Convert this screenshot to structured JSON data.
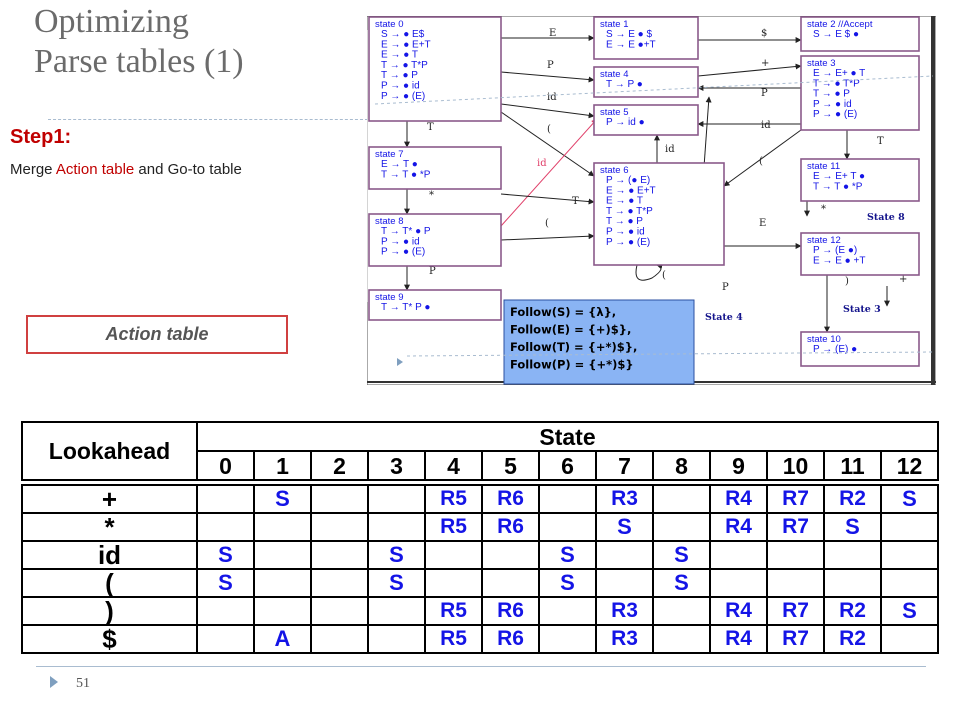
{
  "slide": {
    "title_line1": "Optimizing",
    "title_line2": "Parse tables (1)",
    "step_heading": "Step1:",
    "step_text_1": "Merge ",
    "step_text_2": "Action table",
    "step_text_3": " and ",
    "step_text_4": "Go-to table",
    "action_table_label": "Action table",
    "page_number": "51"
  },
  "diagram": {
    "states": [
      {
        "id": "s0",
        "title": "state 0",
        "lines": [
          "S → ● E$",
          "E → ● E+T",
          "E → ● T",
          "T → ● T*P",
          "T → ● P",
          "P → ● id",
          "P → ● (E)"
        ]
      },
      {
        "id": "s1",
        "title": "state 1",
        "lines": [
          "S → E ● $",
          "E → E ●+T"
        ]
      },
      {
        "id": "s2",
        "title": "state 2  //Accept",
        "lines": [
          "S → E $ ●"
        ]
      },
      {
        "id": "s3",
        "title": "state 3",
        "lines": [
          "E → E+ ● T",
          "T → ● T*P",
          "T → ● P",
          "P → ● id",
          "P → ● (E)"
        ]
      },
      {
        "id": "s4",
        "title": "state 4",
        "lines": [
          "T → P ●"
        ]
      },
      {
        "id": "s5",
        "title": "state 5",
        "lines": [
          "P → id ●"
        ]
      },
      {
        "id": "s6",
        "title": "state 6",
        "lines": [
          "P → (● E)",
          "E → ● E+T",
          "E → ● T",
          "T → ● T*P",
          "T → ● P",
          "P → ● id",
          "P → ● (E)"
        ]
      },
      {
        "id": "s7",
        "title": "state 7",
        "lines": [
          "E → T ●",
          "T → T ● *P"
        ]
      },
      {
        "id": "s8",
        "title": "state 8",
        "lines": [
          "T → T* ● P",
          "P → ● id",
          "P → ● (E)"
        ]
      },
      {
        "id": "s9",
        "title": "state 9",
        "lines": [
          "T → T* P ●"
        ]
      },
      {
        "id": "s10",
        "title": "state 10",
        "lines": [
          "P → (E) ●"
        ]
      },
      {
        "id": "s11",
        "title": "state 11",
        "lines": [
          "E → E+ T ●",
          "T → T ● *P"
        ]
      },
      {
        "id": "s12",
        "title": "state 12",
        "lines": [
          "P → (E ●)",
          "E → E ● +T"
        ]
      }
    ],
    "edge_labels": {
      "e01": "E",
      "e12": "$",
      "e04": "P",
      "e13": "+",
      "e05": "id",
      "e34": "P",
      "e35": "id",
      "e07": "T",
      "e06": "(",
      "e85": "id",
      "e311": "T",
      "e36": "(",
      "e78": "*",
      "e37": "T",
      "e86": "(",
      "e612": "E",
      "e66": "(",
      "e64": "P",
      "e65": "id",
      "e89": "P",
      "e1112": "*",
      "e1210": ")",
      "e123": "+"
    },
    "notes": {
      "state8": "State 8",
      "state3": "State 3",
      "state4": "State 4"
    },
    "follow": [
      "Follow(S) = {λ},",
      "Follow(E) = {+)$},",
      "Follow(T) = {+*)$},",
      "Follow(P) = {+*)$}"
    ]
  },
  "parse_table": {
    "lookahead_header": "Lookahead",
    "state_header": "State",
    "states": [
      "0",
      "1",
      "2",
      "3",
      "4",
      "5",
      "6",
      "7",
      "8",
      "9",
      "10",
      "11",
      "12"
    ],
    "rows": [
      {
        "symbol": "+",
        "cells": [
          "",
          "S",
          "",
          "",
          "R5",
          "R6",
          "",
          "R3",
          "",
          "R4",
          "R7",
          "R2",
          "S"
        ]
      },
      {
        "symbol": "*",
        "cells": [
          "",
          "",
          "",
          "",
          "R5",
          "R6",
          "",
          "S",
          "",
          "R4",
          "R7",
          "S",
          ""
        ]
      },
      {
        "symbol": "id",
        "cells": [
          "S",
          "",
          "",
          "S",
          "",
          "",
          "S",
          "",
          "S",
          "",
          "",
          "",
          ""
        ]
      },
      {
        "symbol": "(",
        "cells": [
          "S",
          "",
          "",
          "S",
          "",
          "",
          "S",
          "",
          "S",
          "",
          "",
          "",
          ""
        ]
      },
      {
        "symbol": ")",
        "cells": [
          "",
          "",
          "",
          "",
          "R5",
          "R6",
          "",
          "R3",
          "",
          "R4",
          "R7",
          "R2",
          "S"
        ]
      },
      {
        "symbol": "$",
        "cells": [
          "",
          "A",
          "",
          "",
          "R5",
          "R6",
          "",
          "R3",
          "",
          "R4",
          "R7",
          "R2",
          ""
        ]
      }
    ]
  },
  "colors": {
    "title_gray": "#6b6b6b",
    "accent_red": "#c00000",
    "state_blue": "#1414e6",
    "edge_red": "#e0406a",
    "box_border": "#8a5a8a",
    "follow_bg": "#8ab4f4"
  }
}
